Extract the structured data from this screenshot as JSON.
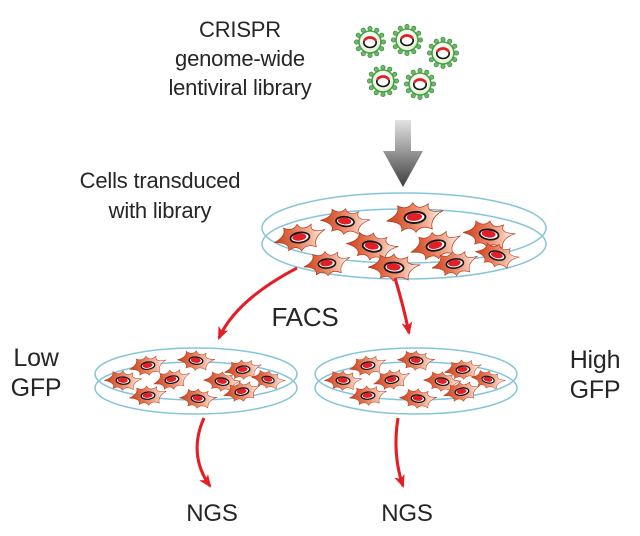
{
  "diagram": {
    "title": {
      "line1": "CRISPR",
      "line2": "genome-wide",
      "line3": "lentiviral library"
    },
    "transduced": {
      "line1": "Cells transduced",
      "line2": "with library"
    },
    "facs_label": "FACS",
    "low_gfp": {
      "line1": "Low",
      "line2": "GFP"
    },
    "high_gfp": {
      "line1": "High",
      "line2": "GFP"
    },
    "ngs_left_label": "NGS",
    "ngs_right_label": "NGS",
    "counts": {
      "virus_particles": 5,
      "cells_main_dish": 10,
      "cells_low_gfp_dish": 10,
      "cells_high_gfp_dish": 10
    }
  },
  "colors": {
    "bg": "#ffffff",
    "text": "#262626",
    "arrow_red": "#e31e26",
    "dish_blue": "#85c5da",
    "virus_green": "#4aa04a",
    "cell_red": "#d2451f",
    "gray_arrow": "#3d3d3d"
  },
  "icons": {
    "virus": "lentivirus-particle-icon",
    "petri_dish": "petri-dish-icon",
    "cell": "transduced-cell-icon",
    "down_arrow": "gray-down-arrow-icon",
    "curved_arrow": "red-curved-arrow-icon"
  }
}
